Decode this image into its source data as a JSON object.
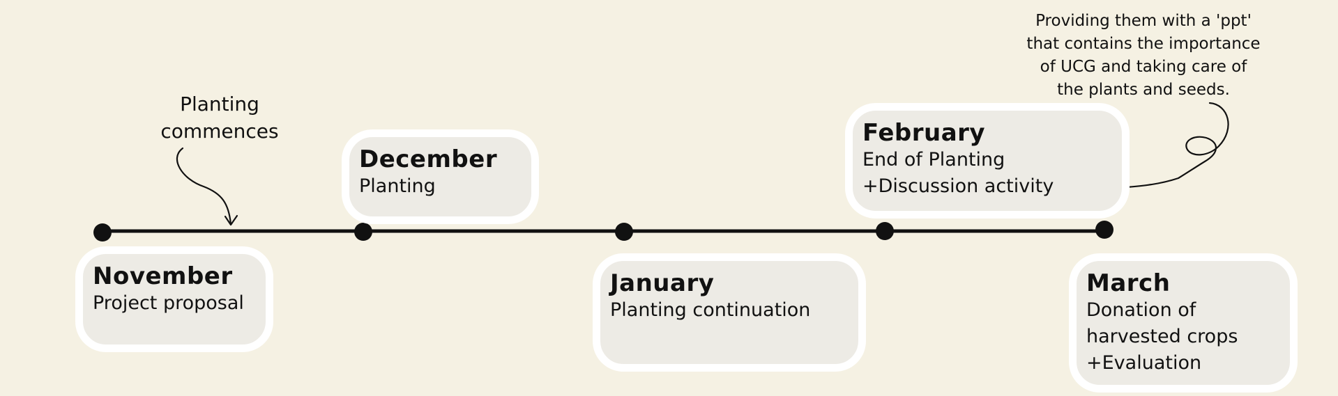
{
  "timeline": {
    "milestones": [
      {
        "month": "November",
        "description": "Project proposal"
      },
      {
        "month": "December",
        "description": "Planting"
      },
      {
        "month": "January",
        "description": "Planting continuation"
      },
      {
        "month": "February",
        "description": "End of Planting\n+Discussion activity"
      },
      {
        "month": "March",
        "description": "Donation of\nharvested crops\n+Evaluation"
      }
    ]
  },
  "annotations": {
    "planting_commences": "Planting\ncommences",
    "ppt_note": "Providing them with a 'ppt'\nthat contains the importance\nof UCG and taking care of\nthe plants and seeds."
  },
  "colors": {
    "background": "#f5f1e3",
    "card_fill": "#edebe5",
    "card_border": "#ffffff",
    "ink": "#111111"
  }
}
